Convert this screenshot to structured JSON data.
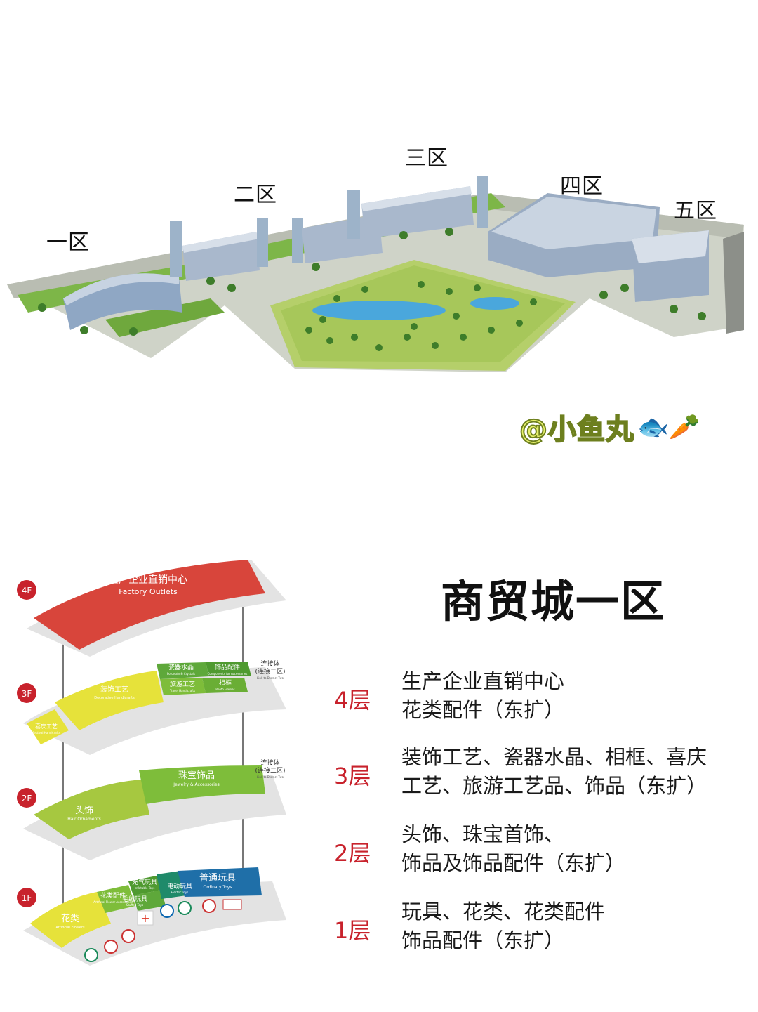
{
  "aerial": {
    "zones": [
      {
        "id": "zone-1",
        "label": "一区"
      },
      {
        "id": "zone-2",
        "label": "二区"
      },
      {
        "id": "zone-3",
        "label": "三区"
      },
      {
        "id": "zone-4",
        "label": "四区"
      },
      {
        "id": "zone-5",
        "label": "五区"
      }
    ],
    "watermark": {
      "text": "@小鱼丸",
      "emoji": "🐟🥕"
    }
  },
  "floor_diagram": {
    "badges": [
      "4F",
      "3F",
      "2F",
      "1F"
    ],
    "f4": {
      "cn": "生产企业直销中心",
      "en": "Factory Outlets"
    },
    "f3": {
      "zones": [
        {
          "cn": "装饰工艺",
          "en": "Decorative Handicrafts"
        },
        {
          "cn": "瓷器水晶",
          "en": "Porcelain & Crystals"
        },
        {
          "cn": "饰品配件",
          "en": "Components for Accessories"
        },
        {
          "cn": "旅游工艺",
          "en": "Travel Handicrafts"
        },
        {
          "cn": "相框",
          "en": "Photo Frames"
        },
        {
          "cn": "喜庆工艺",
          "en": "Festival Handicrafts"
        }
      ],
      "connector": {
        "cn1": "连接体",
        "cn2": "(连接二区)",
        "en": "Link to District Two"
      }
    },
    "f2": {
      "zones": [
        {
          "cn": "头饰",
          "en": "Hair Ornaments"
        },
        {
          "cn": "珠宝饰品",
          "en": "Jewelry & Accessories"
        }
      ],
      "connector": {
        "cn1": "连接体",
        "cn2": "(连接二区)",
        "en": "Link to District Two"
      }
    },
    "f1": {
      "zones": [
        {
          "cn": "花类",
          "en": "Artificial Flowers"
        },
        {
          "cn": "花类配件",
          "en": "Artificial Flower Accessories"
        },
        {
          "cn": "充气玩具",
          "en": "Inflatable Toys"
        },
        {
          "cn": "毛绒玩具",
          "en": "Stuffed Toys"
        },
        {
          "cn": "电动玩具",
          "en": "Electric Toys"
        },
        {
          "cn": "普通玩具",
          "en": "Ordinary Toys"
        }
      ]
    }
  },
  "title": "商贸城一区",
  "floors": [
    {
      "num": "4层",
      "lines": [
        "生产企业直销中心",
        "花类配件（东扩）"
      ]
    },
    {
      "num": "3层",
      "lines": [
        "装饰工艺、瓷器水晶、相框、喜庆",
        "工艺、旅游工艺品、饰品（东扩）"
      ]
    },
    {
      "num": "2层",
      "lines": [
        "头饰、珠宝首饰、",
        "饰品及饰品配件（东扩）"
      ]
    },
    {
      "num": "1层",
      "lines": [
        "玩具、花类、花类配件",
        "饰品配件（东扩）"
      ]
    }
  ],
  "colors": {
    "accent_red": "#c8222c",
    "roof_red": "#d8453b",
    "yellow": "#e6e23a",
    "green": "#7ebd3a",
    "blue": "#1f6fa8"
  }
}
